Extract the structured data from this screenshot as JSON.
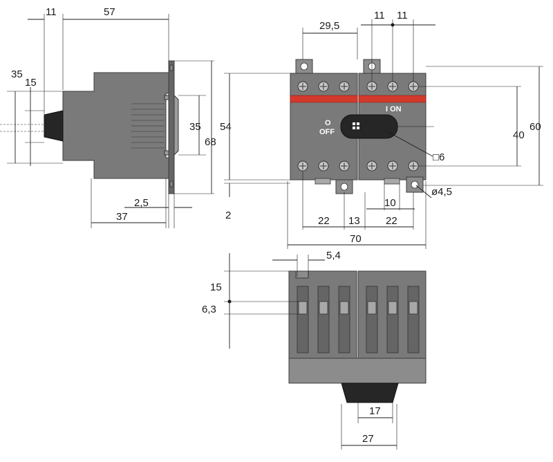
{
  "side_view": {
    "dims": {
      "width_11": "11",
      "width_57": "57",
      "height_35_left": "35",
      "height_15": "15",
      "height_35_rail": "35",
      "height_68": "68",
      "gap_2_5": "2,5",
      "depth_37": "37"
    }
  },
  "front_view": {
    "dims": {
      "width_29_5": "29,5",
      "width_11_a": "11",
      "width_11_b": "11",
      "height_54": "54",
      "height_60": "60",
      "height_40": "40",
      "offset_2": "2",
      "square_6": "□6",
      "hole_4_5": "ø4,5",
      "spacing_10": "10",
      "spacing_22_a": "22",
      "spacing_13": "13",
      "spacing_22_b": "22",
      "width_70": "70"
    },
    "labels": {
      "off_o": "O",
      "off_text": "OFF",
      "on_text": "I  ON"
    }
  },
  "top_view": {
    "dims": {
      "width_5_4": "5,4",
      "height_15": "15",
      "height_6_3": "6,3",
      "width_17": "17",
      "width_27": "27"
    }
  }
}
